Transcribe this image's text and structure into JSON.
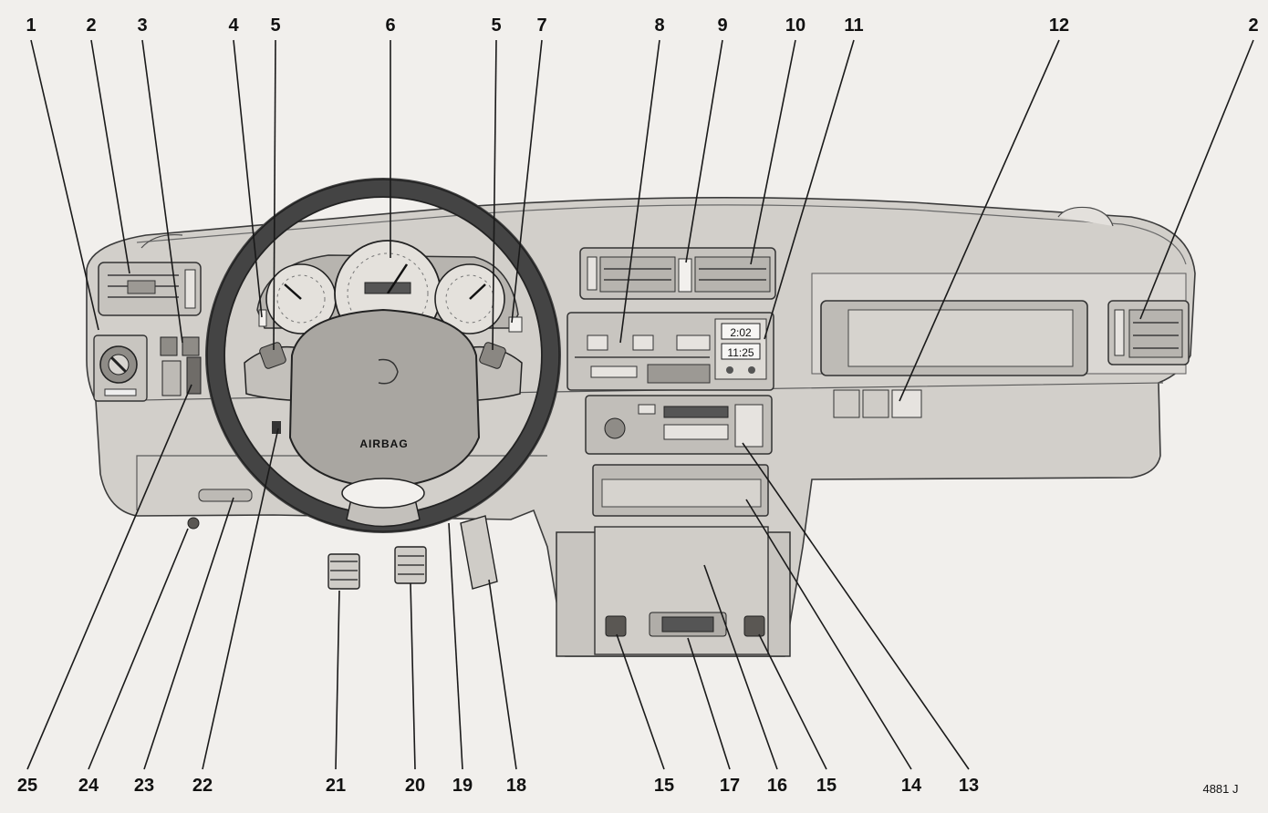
{
  "diagram": {
    "figure_code": "4881 J",
    "airbag_label": "AIRBAG",
    "clock_top": "2:02",
    "clock_bottom": "11:25",
    "callouts_top": [
      "1",
      "2",
      "3",
      "4",
      "5",
      "6",
      "5",
      "7",
      "8",
      "9",
      "10",
      "11",
      "12",
      "2"
    ],
    "callouts_bottom": [
      "25",
      "24",
      "23",
      "22",
      "21",
      "20",
      "19",
      "18",
      "15",
      "17",
      "16",
      "15",
      "14",
      "13"
    ]
  },
  "colors": {
    "ink": "#1a1a1a",
    "panel": "#cfccc7",
    "background": "#f1efec"
  }
}
